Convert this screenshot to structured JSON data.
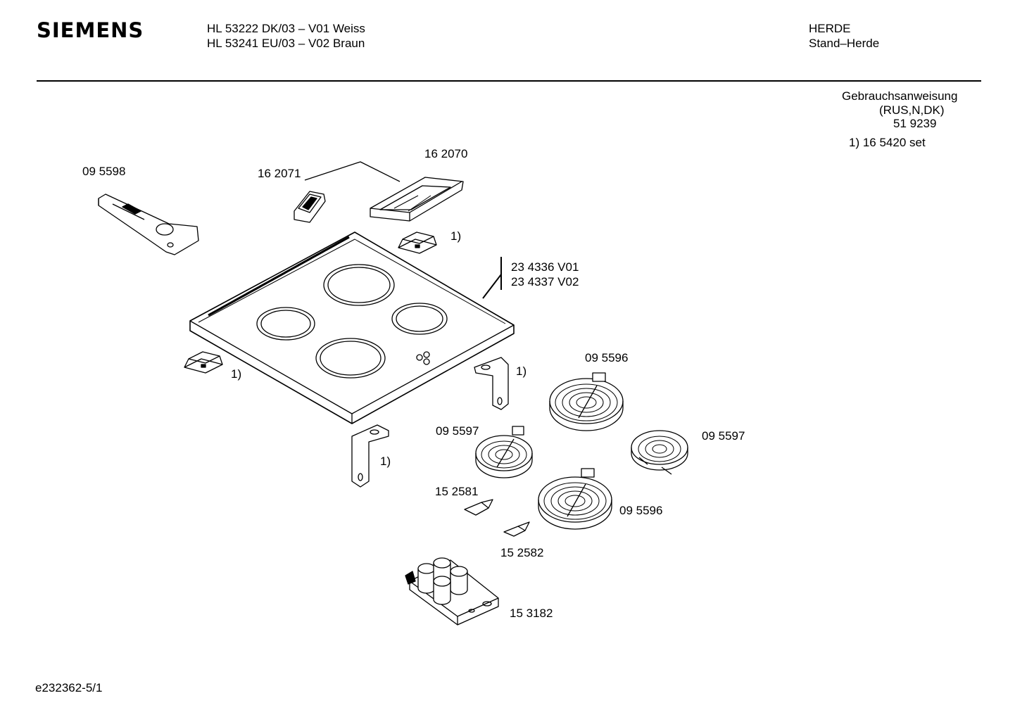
{
  "header": {
    "brand": "SIEMENS",
    "model_line_1": "HL 53222 DK/03 – V01 Weiss",
    "model_line_2": "HL 53241 EU/03 – V02 Braun",
    "category": "HERDE",
    "subcategory": "Stand–Herde"
  },
  "manual": {
    "title": "Gebrauchsanweisung",
    "languages": "(RUS,N,DK)",
    "number": "51 9239"
  },
  "set_note": "1) 16 5420 set",
  "parts": {
    "handle": "09 5598",
    "knob_insert": "16 2071",
    "control_panel": "16 2070",
    "cooktop_v1": "23 4336 V01",
    "cooktop_v2": "23 4337 V02",
    "radiant_large_top": "09 5596",
    "radiant_small_left": "09 5597",
    "radiant_small_right": "09 5597",
    "radiant_large_bottom": "09 5596",
    "clip_1": "15 2581",
    "clip_2": "15 2582",
    "switch_block": "15 3182"
  },
  "set_marker": "1)",
  "footer_code": "e232362-5/1"
}
